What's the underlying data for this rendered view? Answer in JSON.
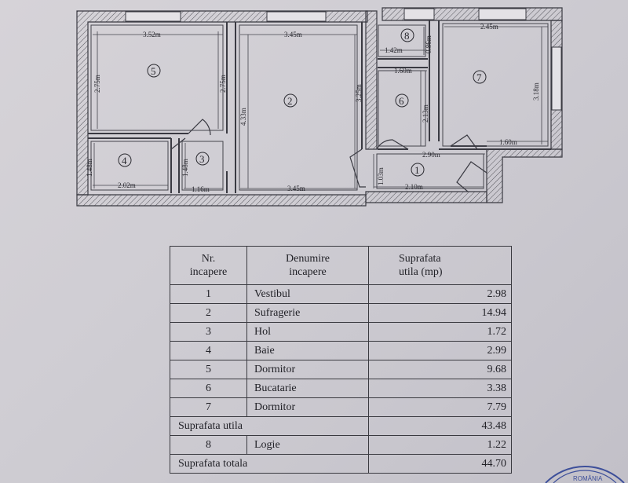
{
  "plan": {
    "rooms": [
      {
        "num": "5"
      },
      {
        "num": "2"
      },
      {
        "num": "8"
      },
      {
        "num": "6"
      },
      {
        "num": "7"
      },
      {
        "num": "4"
      },
      {
        "num": "3"
      },
      {
        "num": "1"
      }
    ],
    "dims": {
      "d_352": "3.52m",
      "d_345_top": "3.45m",
      "d_275_a": "2.75m",
      "d_275_b": "2.75m",
      "d_433": "4.33m",
      "d_325": "3.25m",
      "d_142": "1.42m",
      "d_086": "0.86m",
      "d_160_top": "1.60m",
      "d_213": "2.13m",
      "d_245": "2.45m",
      "d_318": "3.18m",
      "d_160_r": "1.60m",
      "d_290": "2.90m",
      "d_148_a": "1.48m",
      "d_202": "2.02m",
      "d_148_b": "1.48m",
      "d_116": "1.16m",
      "d_345_bot": "3.45m",
      "d_103": "1.03m",
      "d_210": "2.10m"
    }
  },
  "table": {
    "header": {
      "col1_line1": "Nr.",
      "col1_line2": "incapere",
      "col2_line1": "Denumire",
      "col2_line2": "incapere",
      "col3_line1": "Suprafata",
      "col3_line2": "utila (mp)"
    },
    "rows": [
      {
        "nr": "1",
        "name": "Vestibul",
        "area": "2.98"
      },
      {
        "nr": "2",
        "name": "Sufragerie",
        "area": "14.94"
      },
      {
        "nr": "3",
        "name": "Hol",
        "area": "1.72"
      },
      {
        "nr": "4",
        "name": "Baie",
        "area": "2.99"
      },
      {
        "nr": "5",
        "name": "Dormitor",
        "area": "9.68"
      },
      {
        "nr": "6",
        "name": "Bucatarie",
        "area": "3.38"
      },
      {
        "nr": "7",
        "name": "Dormitor",
        "area": "7.79"
      }
    ],
    "useful_label": "Suprafata utila",
    "useful_value": "43.48",
    "logia": {
      "nr": "8",
      "name": "Logie",
      "area": "1.22"
    },
    "total_label": "Suprafata totala",
    "total_value": "44.70"
  },
  "stamp": {
    "text": "ROMÂNIA"
  }
}
